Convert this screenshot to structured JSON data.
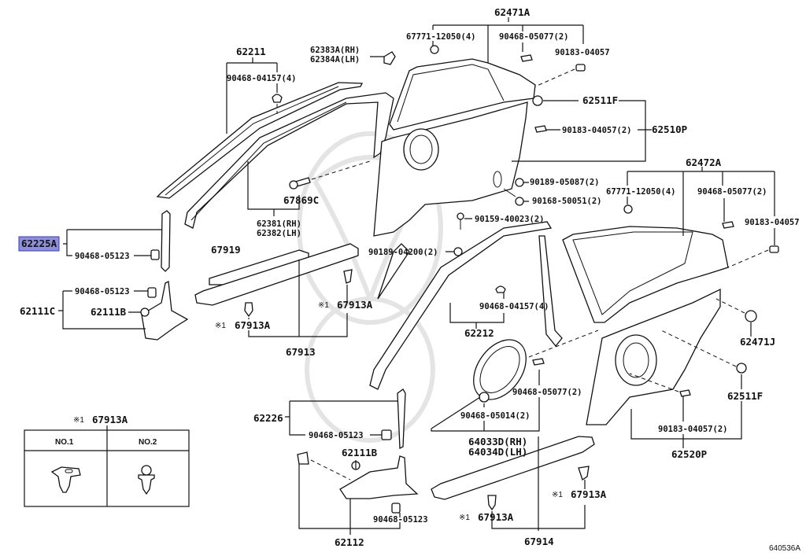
{
  "diagram": {
    "drawing_number": "640536A",
    "highlighted_part": "62225A",
    "note_symbol": "※1",
    "legend": {
      "title_symbol": "※1",
      "title_part": "67913A",
      "columns": [
        "NO.1",
        "NO.2"
      ]
    },
    "labels": {
      "p62211": "62211",
      "p90468_04157_a": "90468-04157(4)",
      "p62383a": "62383A(RH)",
      "p62384a": "62384A(LH)",
      "p62471a": "62471A",
      "p67771_a": "67771-12050(4)",
      "p90468_05077_a": "90468-05077(2)",
      "p90183_04057_a": "90183-04057",
      "p62511f_a": "62511F",
      "p90183_04057_b": "90183-04057(2)",
      "p62510p": "62510P",
      "p67869c": "67869C",
      "p62381": "62381(RH)",
      "p62382": "62382(LH)",
      "p90189_05087": "90189-05087(2)",
      "p90168_50051": "90168-50051(2)",
      "p90159_40023": "90159-40023(2)",
      "p90189_04200": "90189-04200(2)",
      "p62472a": "62472A",
      "p67771_b": "67771-12050(4)",
      "p90468_05077_b": "90468-05077(2)",
      "p90183_04057_c": "90183-04057",
      "p62225a": "62225A",
      "p90468_05123_a": "90468-05123",
      "p67919": "67919",
      "p90468_05123_b": "90468-05123",
      "p62111c": "62111C",
      "p62111b_a": "62111B",
      "p67913a_a": "67913A",
      "p67913a_b": "67913A",
      "p67913": "67913",
      "p90468_04157_b": "90468-04157(4)",
      "p62212": "62212",
      "p62471j": "62471J",
      "p90468_05077_c": "90468-05077(2)",
      "p62511f_b": "62511F",
      "p90468_05014": "90468-05014(2)",
      "p64033d": "64033D(RH)",
      "p64034d": "64034D(LH)",
      "p90183_04057_d": "90183-04057(2)",
      "p62520p": "62520P",
      "p62226": "62226",
      "p90468_05123_c": "90468-05123",
      "p62111b_b": "62111B",
      "p90468_05123_d": "90468-05123",
      "p62112": "62112",
      "p67913a_c": "67913A",
      "p67913a_d": "67913A",
      "p67914": "67914"
    }
  }
}
